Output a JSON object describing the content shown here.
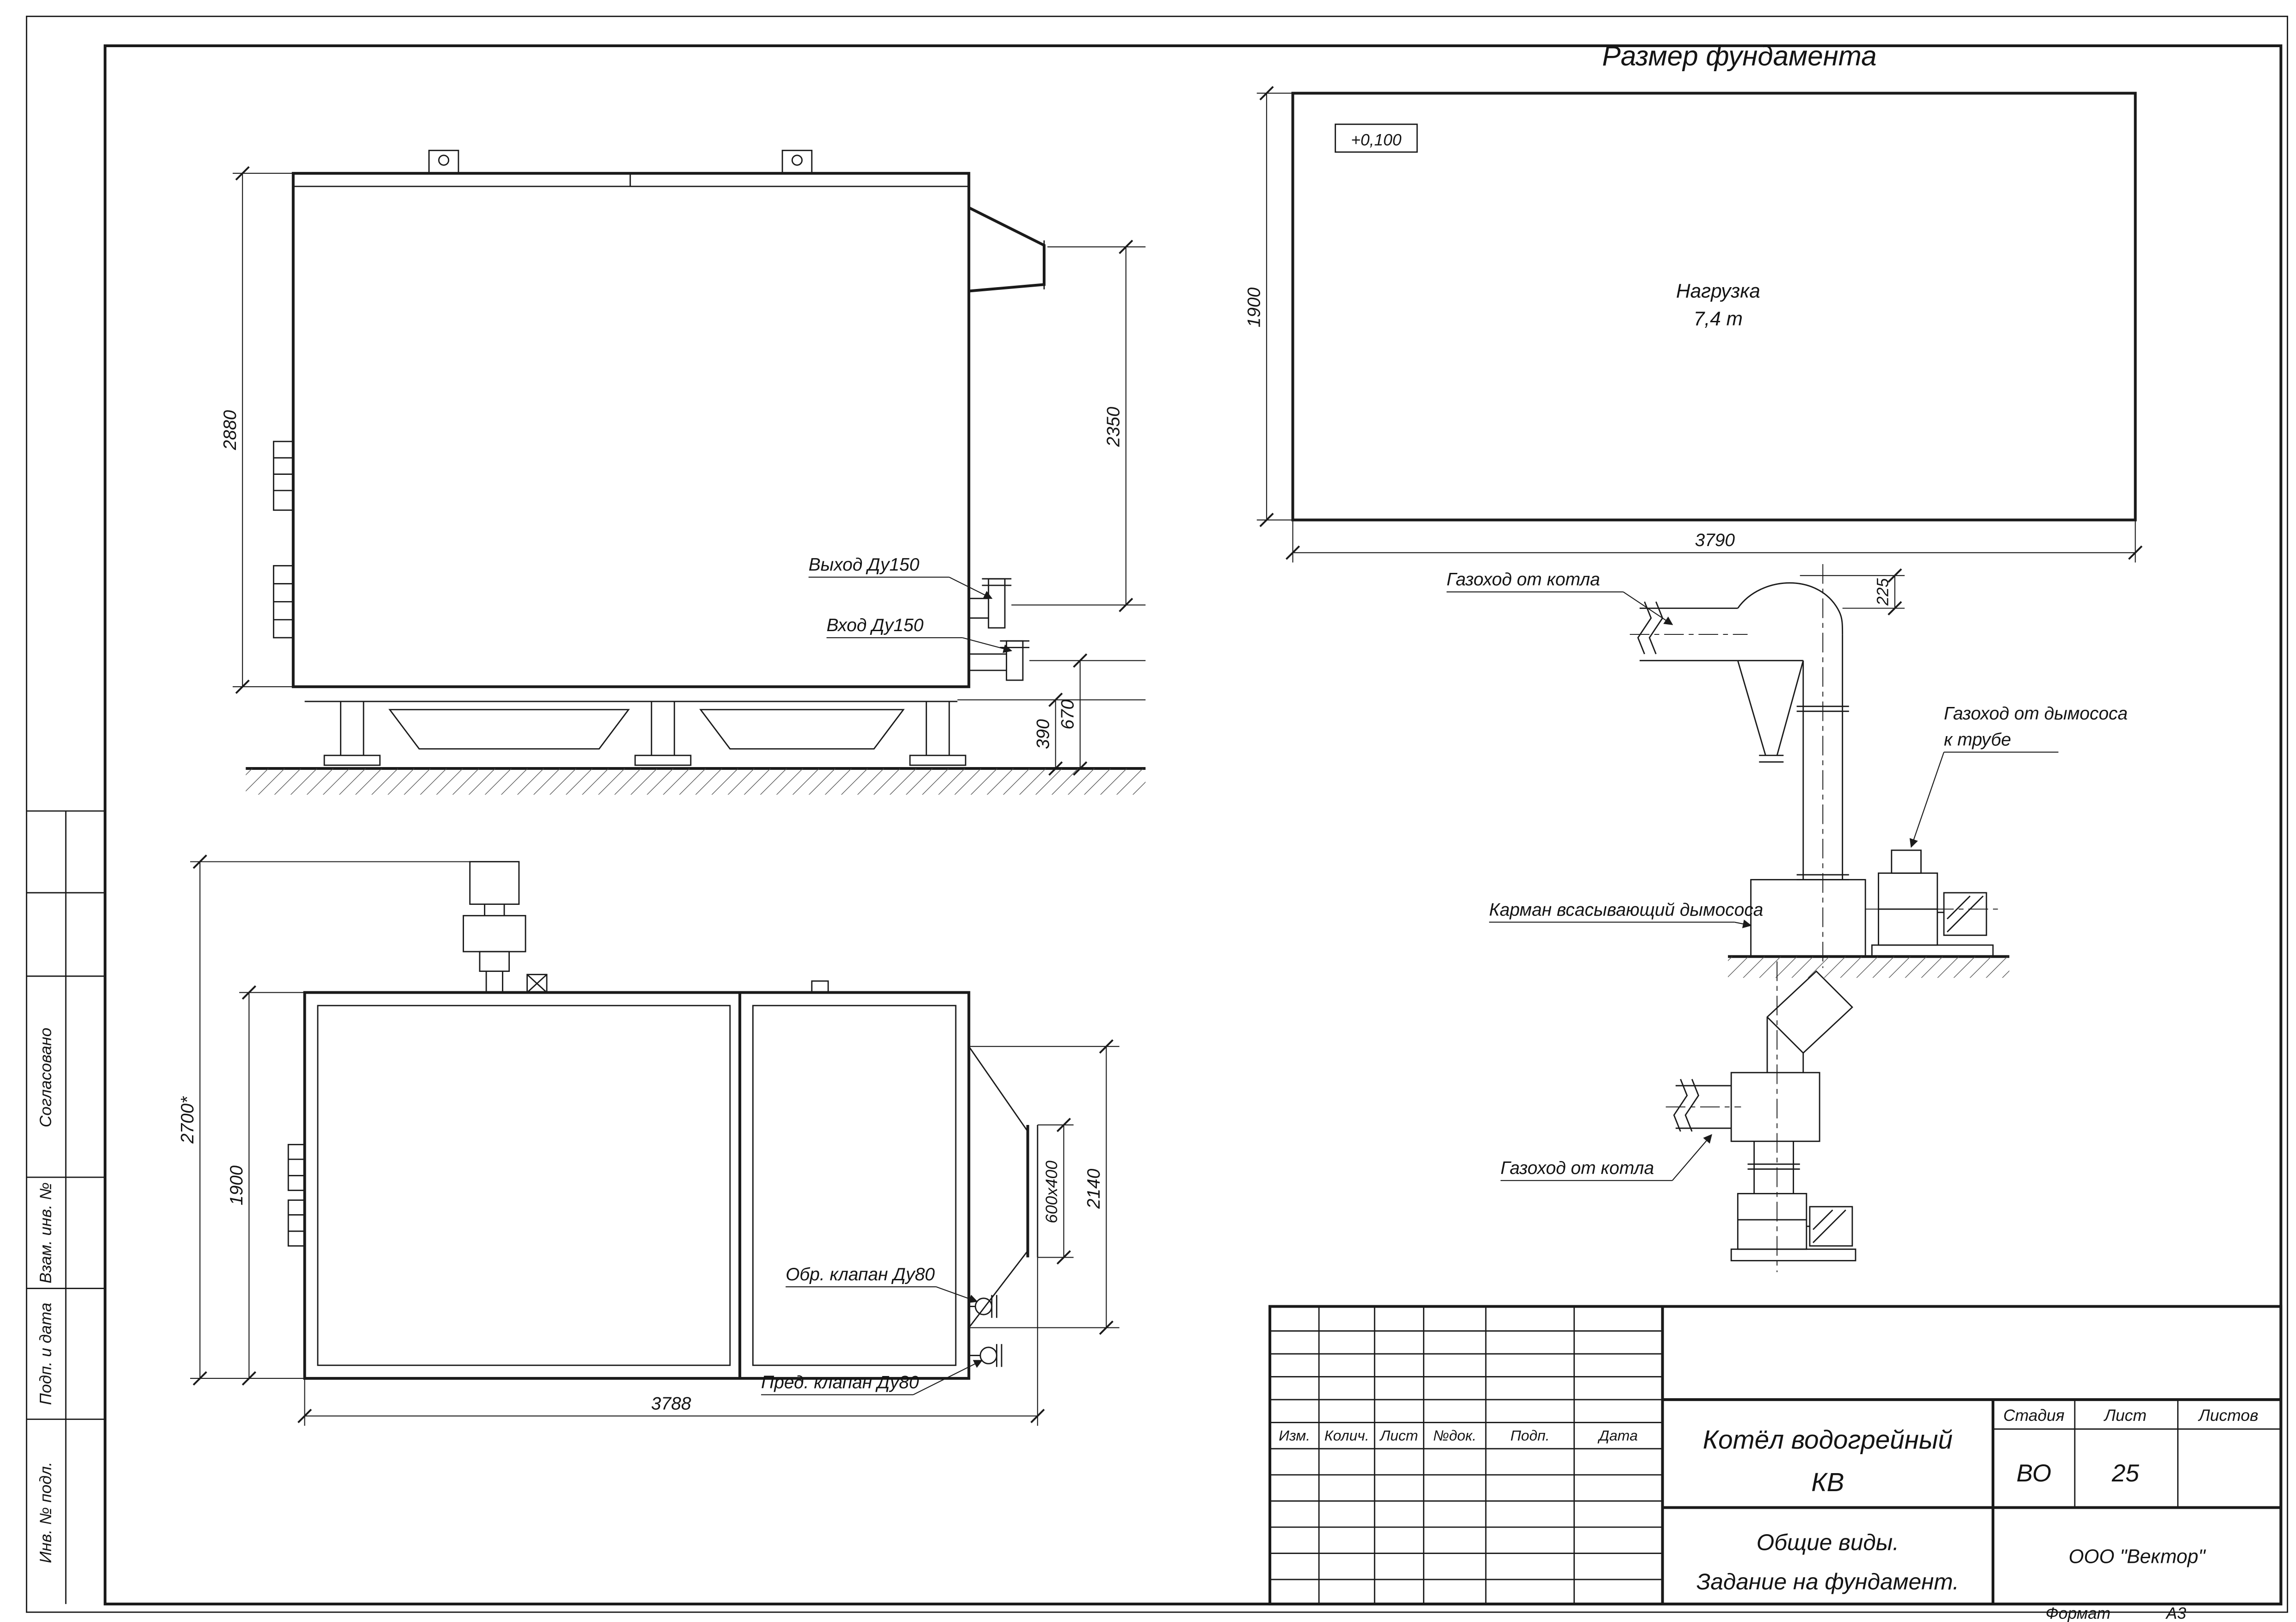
{
  "paper": {
    "format_label": "Формат",
    "format_value": "А3"
  },
  "left_column": {
    "agreed": "Согласовано",
    "replace_inv": "Взам. инв. №",
    "sign_date": "Подп. и дата",
    "inv_orig": "Инв. № подл."
  },
  "side_view": {
    "dim_height": "2880",
    "dim_chimney": "2350",
    "dim_inlet_h": "670",
    "dim_frame_h": "390",
    "label_outlet": "Выход Ду150",
    "label_inlet": "Вход Ду150"
  },
  "plan_view": {
    "dim_overall": "2700*",
    "dim_width": "1900",
    "dim_duct": "600х400",
    "dim_duct_offset": "2140",
    "dim_length": "3788",
    "label_check_valve": "Обр. клапан Ду80",
    "label_safety_valve": "Пред. клапан Ду80"
  },
  "foundation": {
    "title": "Размер фундамента",
    "elevation_mark": "+0,100",
    "load_line1": "Нагрузка",
    "load_line2": "7,4 т",
    "dim_width": "1900",
    "dim_length": "3790"
  },
  "gas_ducts": {
    "label_from_boiler_top": "Газоход от котла",
    "dim_offset": "225",
    "label_to_chimney_line1": "Газоход от дымососа",
    "label_to_chimney_line2": "к трубе",
    "label_pocket": "Карман всасывающий дымососа",
    "label_from_boiler_bottom": "Газоход от котла"
  },
  "title_block": {
    "col_izm": "Изм.",
    "col_kolich": "Колич.",
    "col_list": "Лист",
    "col_ndok": "№док.",
    "col_podp": "Подп.",
    "col_data": "Дата",
    "product_line1": "Котёл водогрейный",
    "product_line2": "КВ",
    "stage_label": "Стадия",
    "sheet_label": "Лист",
    "sheets_label": "Листов",
    "stage_value": "ВО",
    "sheet_value": "25",
    "doc_line1": "Общие виды.",
    "doc_line2": "Задание на фундамент.",
    "company": "ООО \"Вектор\""
  }
}
